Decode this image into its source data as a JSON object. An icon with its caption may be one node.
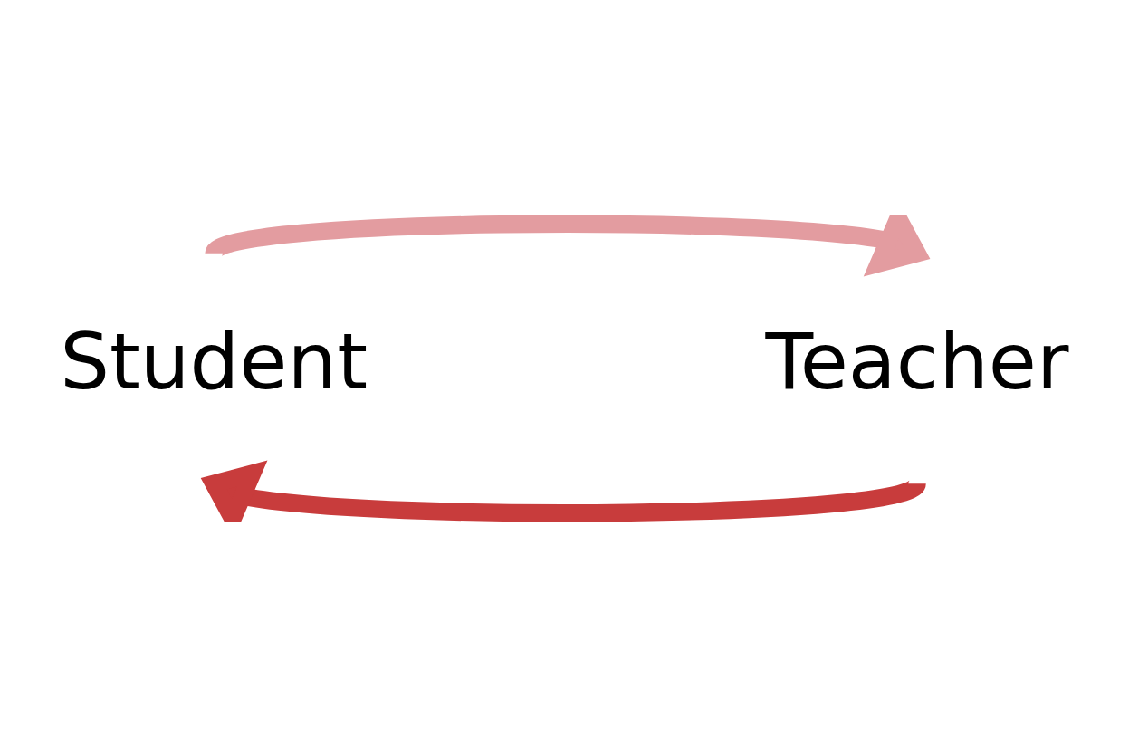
{
  "diagram": {
    "nodes": [
      {
        "text": [
          "Student"
        ]
      },
      {
        "text": [
          "Teacher"
        ]
      }
    ],
    "edges": [
      {
        "from": 0,
        "to": 1,
        "arrow": "to",
        "color": "#e39ca0"
      },
      {
        "from": 1,
        "to": 0,
        "arrow": "to",
        "color": "#c83c3c"
      }
    ]
  }
}
